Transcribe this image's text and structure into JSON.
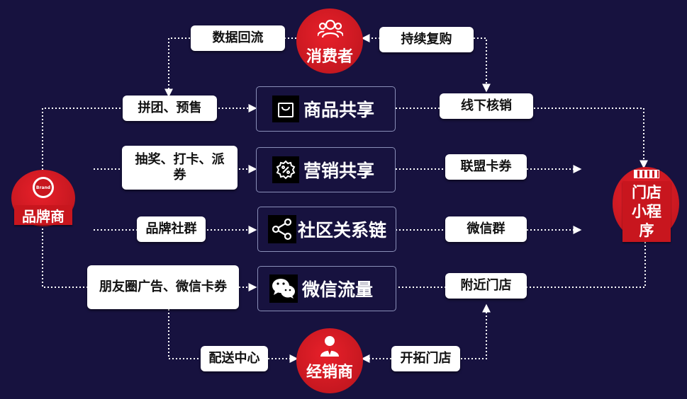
{
  "nodes": {
    "consumer": "消费者",
    "brand": "品牌商",
    "dealer": "经销商",
    "store_line1": "门店",
    "store_line2": "小程",
    "store_line3": "序",
    "brand_badge": "Brand"
  },
  "center": {
    "goods": "商品共享",
    "marketing": "营销共享",
    "community": "社区关系链",
    "wechat": "微信流量"
  },
  "labels": {
    "data_return": "数据回流",
    "repurchase": "持续复购",
    "group_presale": "拼团、预售",
    "offline_verify": "线下核销",
    "lottery": "抽奖、打卡、派券",
    "alliance_coupon": "联盟卡券",
    "brand_group": "品牌社群",
    "wechat_group": "微信群",
    "moments_ads": "朋友圈广告、微信卡券",
    "nearby_store": "附近门店",
    "delivery_center": "配送中心",
    "open_store": "开拓门店"
  },
  "colors": {
    "background": "#17123f",
    "accent_red": "#d8151f",
    "line": "#ffffff",
    "box_border": "#8a8fb8"
  },
  "icons": {
    "consumer": "people-icon",
    "dealer": "person-icon",
    "goods": "shopping-bag-icon",
    "marketing": "discount-badge-icon",
    "community": "share-icon",
    "wechat": "wechat-icon",
    "store": "shop-awning-icon"
  }
}
